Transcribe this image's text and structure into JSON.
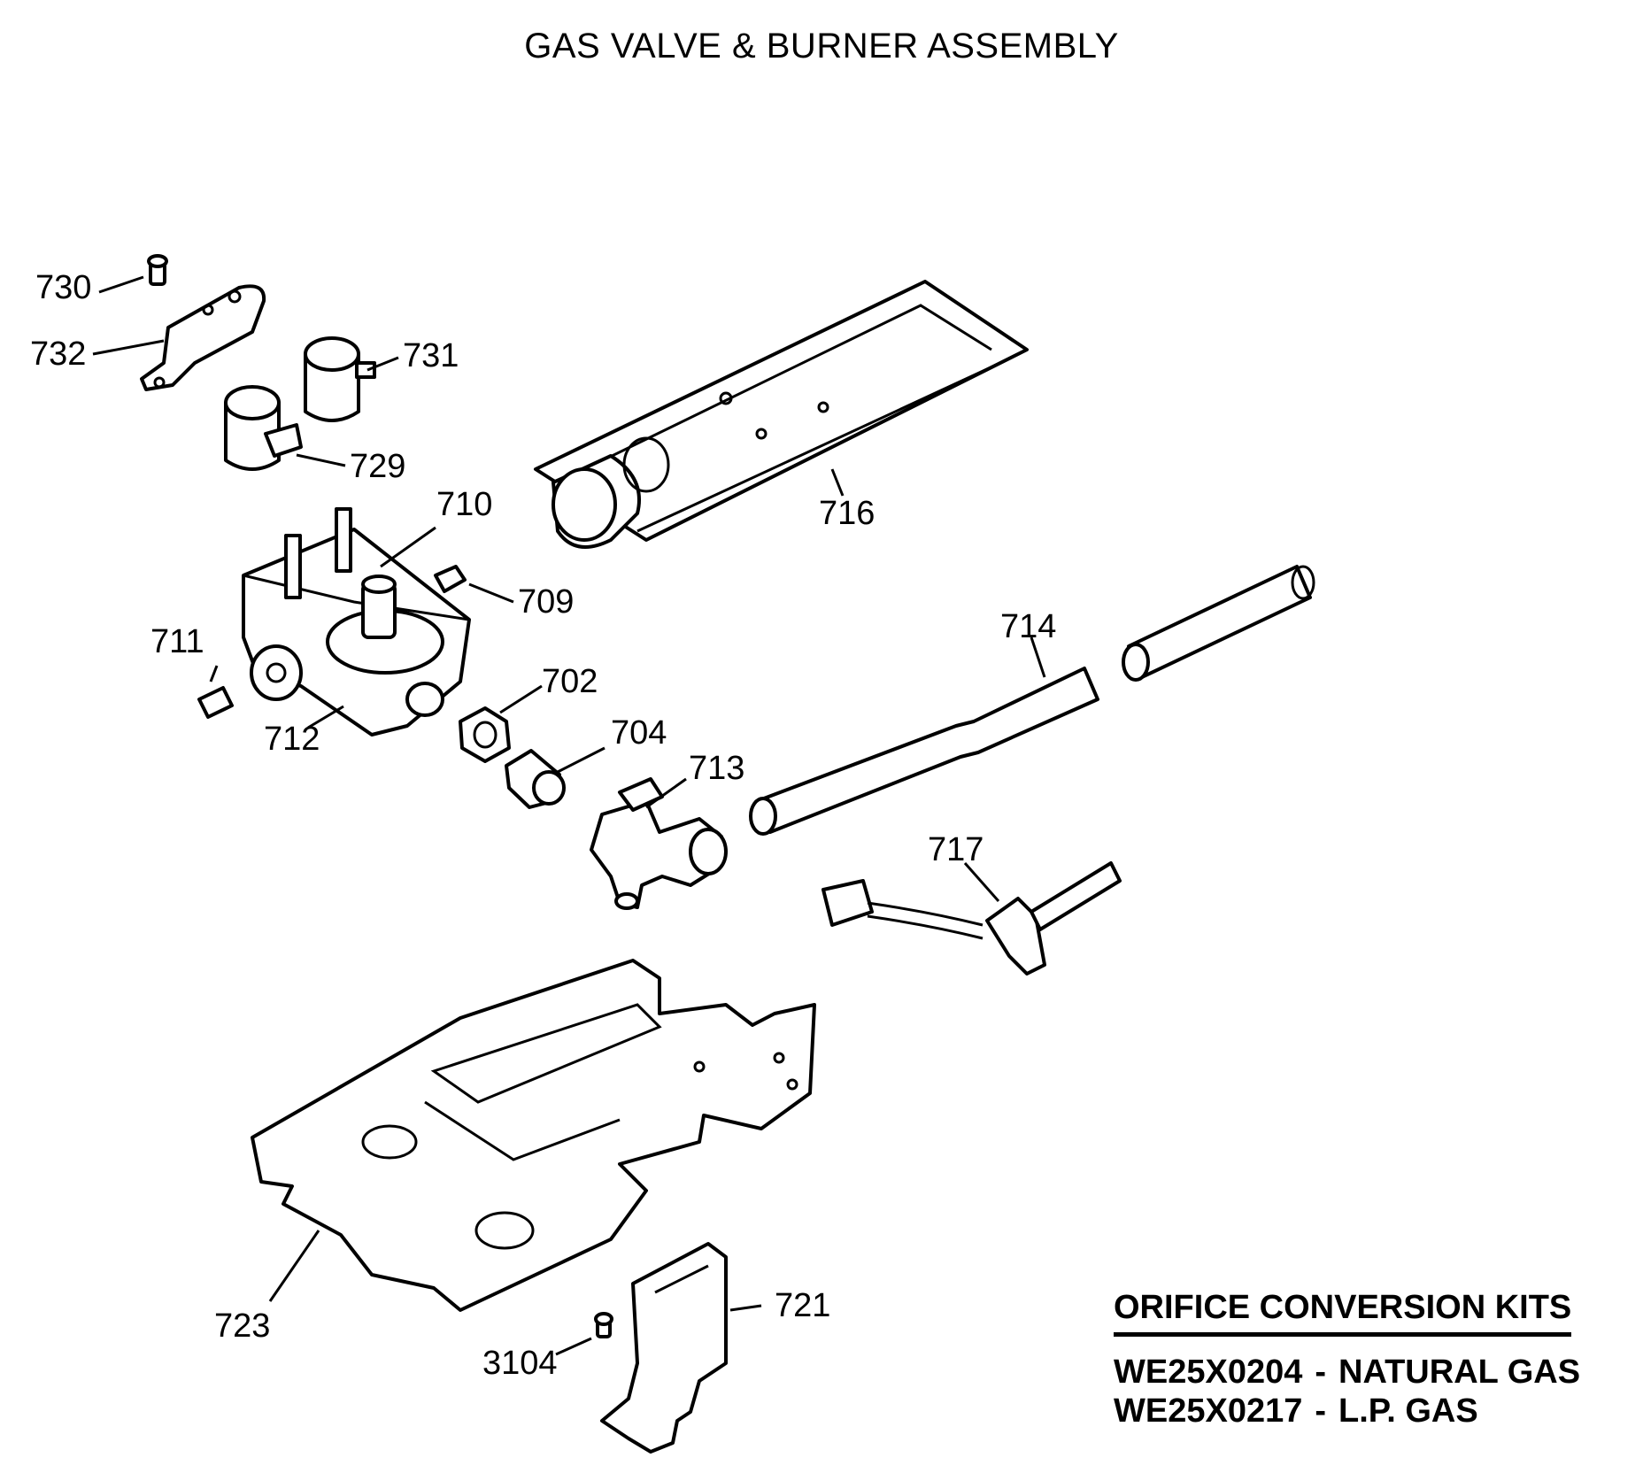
{
  "title": "GAS VALVE & BURNER ASSEMBLY",
  "callouts": [
    {
      "id": "c730",
      "text": "730"
    },
    {
      "id": "c732",
      "text": "732"
    },
    {
      "id": "c731",
      "text": "731"
    },
    {
      "id": "c729",
      "text": "729"
    },
    {
      "id": "c710",
      "text": "710"
    },
    {
      "id": "c709",
      "text": "709"
    },
    {
      "id": "c716",
      "text": "716"
    },
    {
      "id": "c711",
      "text": "711"
    },
    {
      "id": "c712",
      "text": "712"
    },
    {
      "id": "c702",
      "text": "702"
    },
    {
      "id": "c704",
      "text": "704"
    },
    {
      "id": "c713",
      "text": "713"
    },
    {
      "id": "c714",
      "text": "714"
    },
    {
      "id": "c717",
      "text": "717"
    },
    {
      "id": "c723",
      "text": "723"
    },
    {
      "id": "c721",
      "text": "721"
    },
    {
      "id": "c3104",
      "text": "3104"
    }
  ],
  "orifice_kits": {
    "heading": "ORIFICE CONVERSION KITS",
    "items": [
      {
        "part": "WE25X0204",
        "sep": "-",
        "desc": "NATURAL GAS"
      },
      {
        "part": "WE25X0217",
        "sep": "-",
        "desc": "L.P. GAS"
      }
    ]
  }
}
